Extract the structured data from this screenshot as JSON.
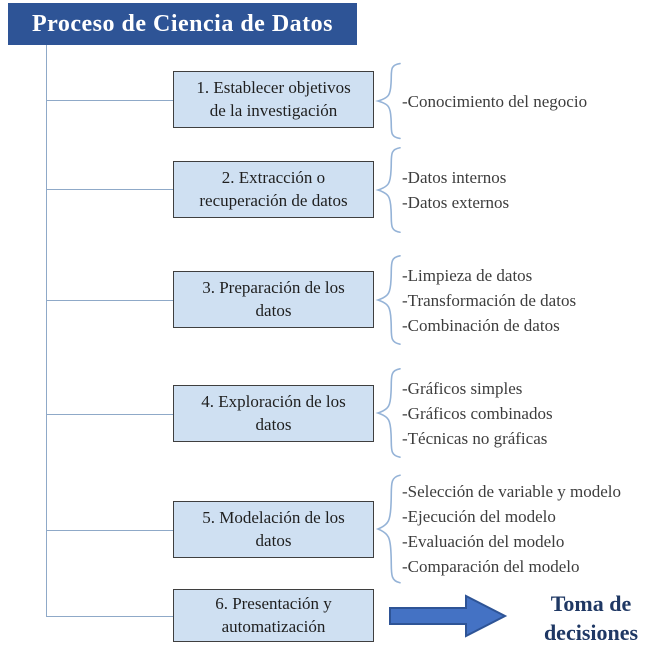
{
  "title": "Proceso de Ciencia de Datos",
  "steps": [
    {
      "label": "1. Establecer objetivos\nde la investigación",
      "items": [
        "-Conocimiento del negocio"
      ]
    },
    {
      "label": "2. Extracción o\nrecuperación de datos",
      "items": [
        "-Datos internos",
        "-Datos externos"
      ]
    },
    {
      "label": "3. Preparación de los\ndatos",
      "items": [
        "-Limpieza de datos",
        "-Transformación de datos",
        "-Combinación de datos"
      ]
    },
    {
      "label": "4. Exploración de los\ndatos",
      "items": [
        "-Gráficos simples",
        "-Gráficos combinados",
        "-Técnicas no gráficas"
      ]
    },
    {
      "label": "5. Modelación de los\ndatos",
      "items": [
        "-Selección de variable y modelo",
        "-Ejecución del modelo",
        "-Evaluación del modelo",
        "-Comparación del modelo"
      ]
    },
    {
      "label": "6. Presentación y\nautomatización",
      "items": []
    }
  ],
  "outcome": "Toma de\ndecisiones",
  "colors": {
    "title-bg": "#2e5496",
    "title-text": "#ffffff",
    "box-bg": "#cfe0f2",
    "box-border": "#3f3f3f",
    "box-text": "#1f1f1f",
    "item-text": "#3d3d3d",
    "line": "#8fa9c8",
    "brace": "#95b3d7",
    "arrow-fill": "#4472c4",
    "arrow-stroke": "#2e5496",
    "outcome-text": "#1f3864"
  }
}
